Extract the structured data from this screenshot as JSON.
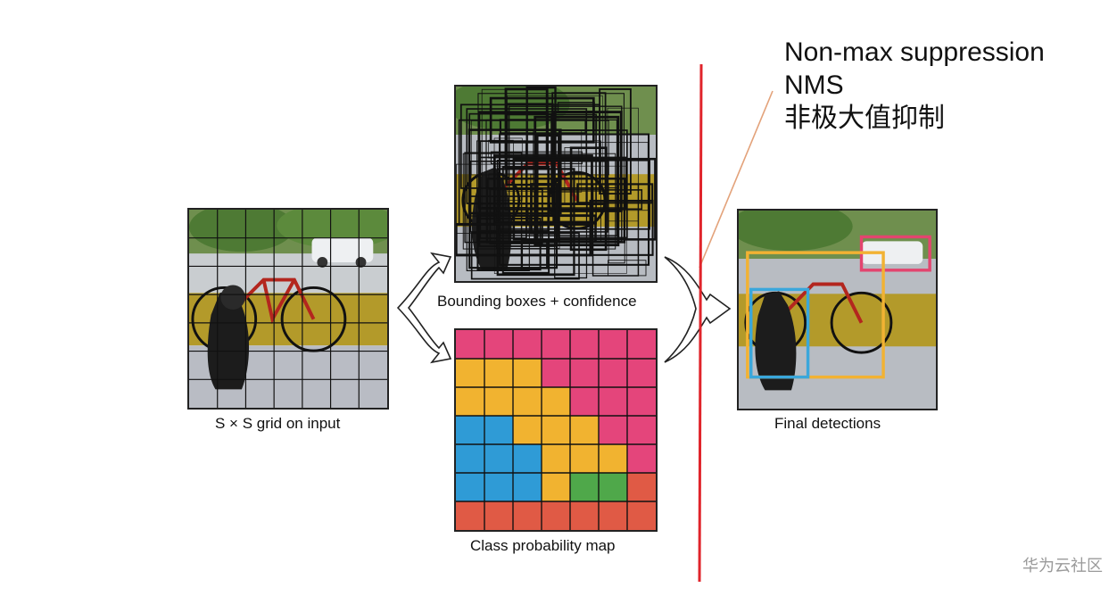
{
  "captions": {
    "grid": "S × S grid on input",
    "boxes": "Bounding boxes + confidence",
    "classmap": "Class probability map",
    "final": "Final detections"
  },
  "annotation": {
    "line1": "Non-max suppression",
    "line2": "NMS",
    "line3": "非极大值抑制"
  },
  "watermark": "华为云社区",
  "colors": {
    "divider": "#e0242b",
    "pointer": "#e3a27a",
    "class_pink": "#e4457b",
    "class_yellow": "#f1b330",
    "class_blue": "#2f9bd6",
    "class_green": "#4fa84a",
    "class_red": "#e05a45",
    "box_pink": "#e3456f",
    "box_yellow": "#f2b233",
    "box_blue": "#3aa7db"
  },
  "class_map": [
    [
      "pink",
      "pink",
      "pink",
      "pink",
      "pink",
      "pink",
      "pink"
    ],
    [
      "yellow",
      "yellow",
      "yellow",
      "pink",
      "pink",
      "pink",
      "pink"
    ],
    [
      "yellow",
      "yellow",
      "yellow",
      "yellow",
      "pink",
      "pink",
      "pink"
    ],
    [
      "blue",
      "blue",
      "yellow",
      "yellow",
      "yellow",
      "pink",
      "pink"
    ],
    [
      "blue",
      "blue",
      "blue",
      "yellow",
      "yellow",
      "yellow",
      "pink"
    ],
    [
      "blue",
      "blue",
      "blue",
      "yellow",
      "green",
      "green",
      "red"
    ],
    [
      "red",
      "red",
      "red",
      "red",
      "red",
      "red",
      "red"
    ]
  ]
}
